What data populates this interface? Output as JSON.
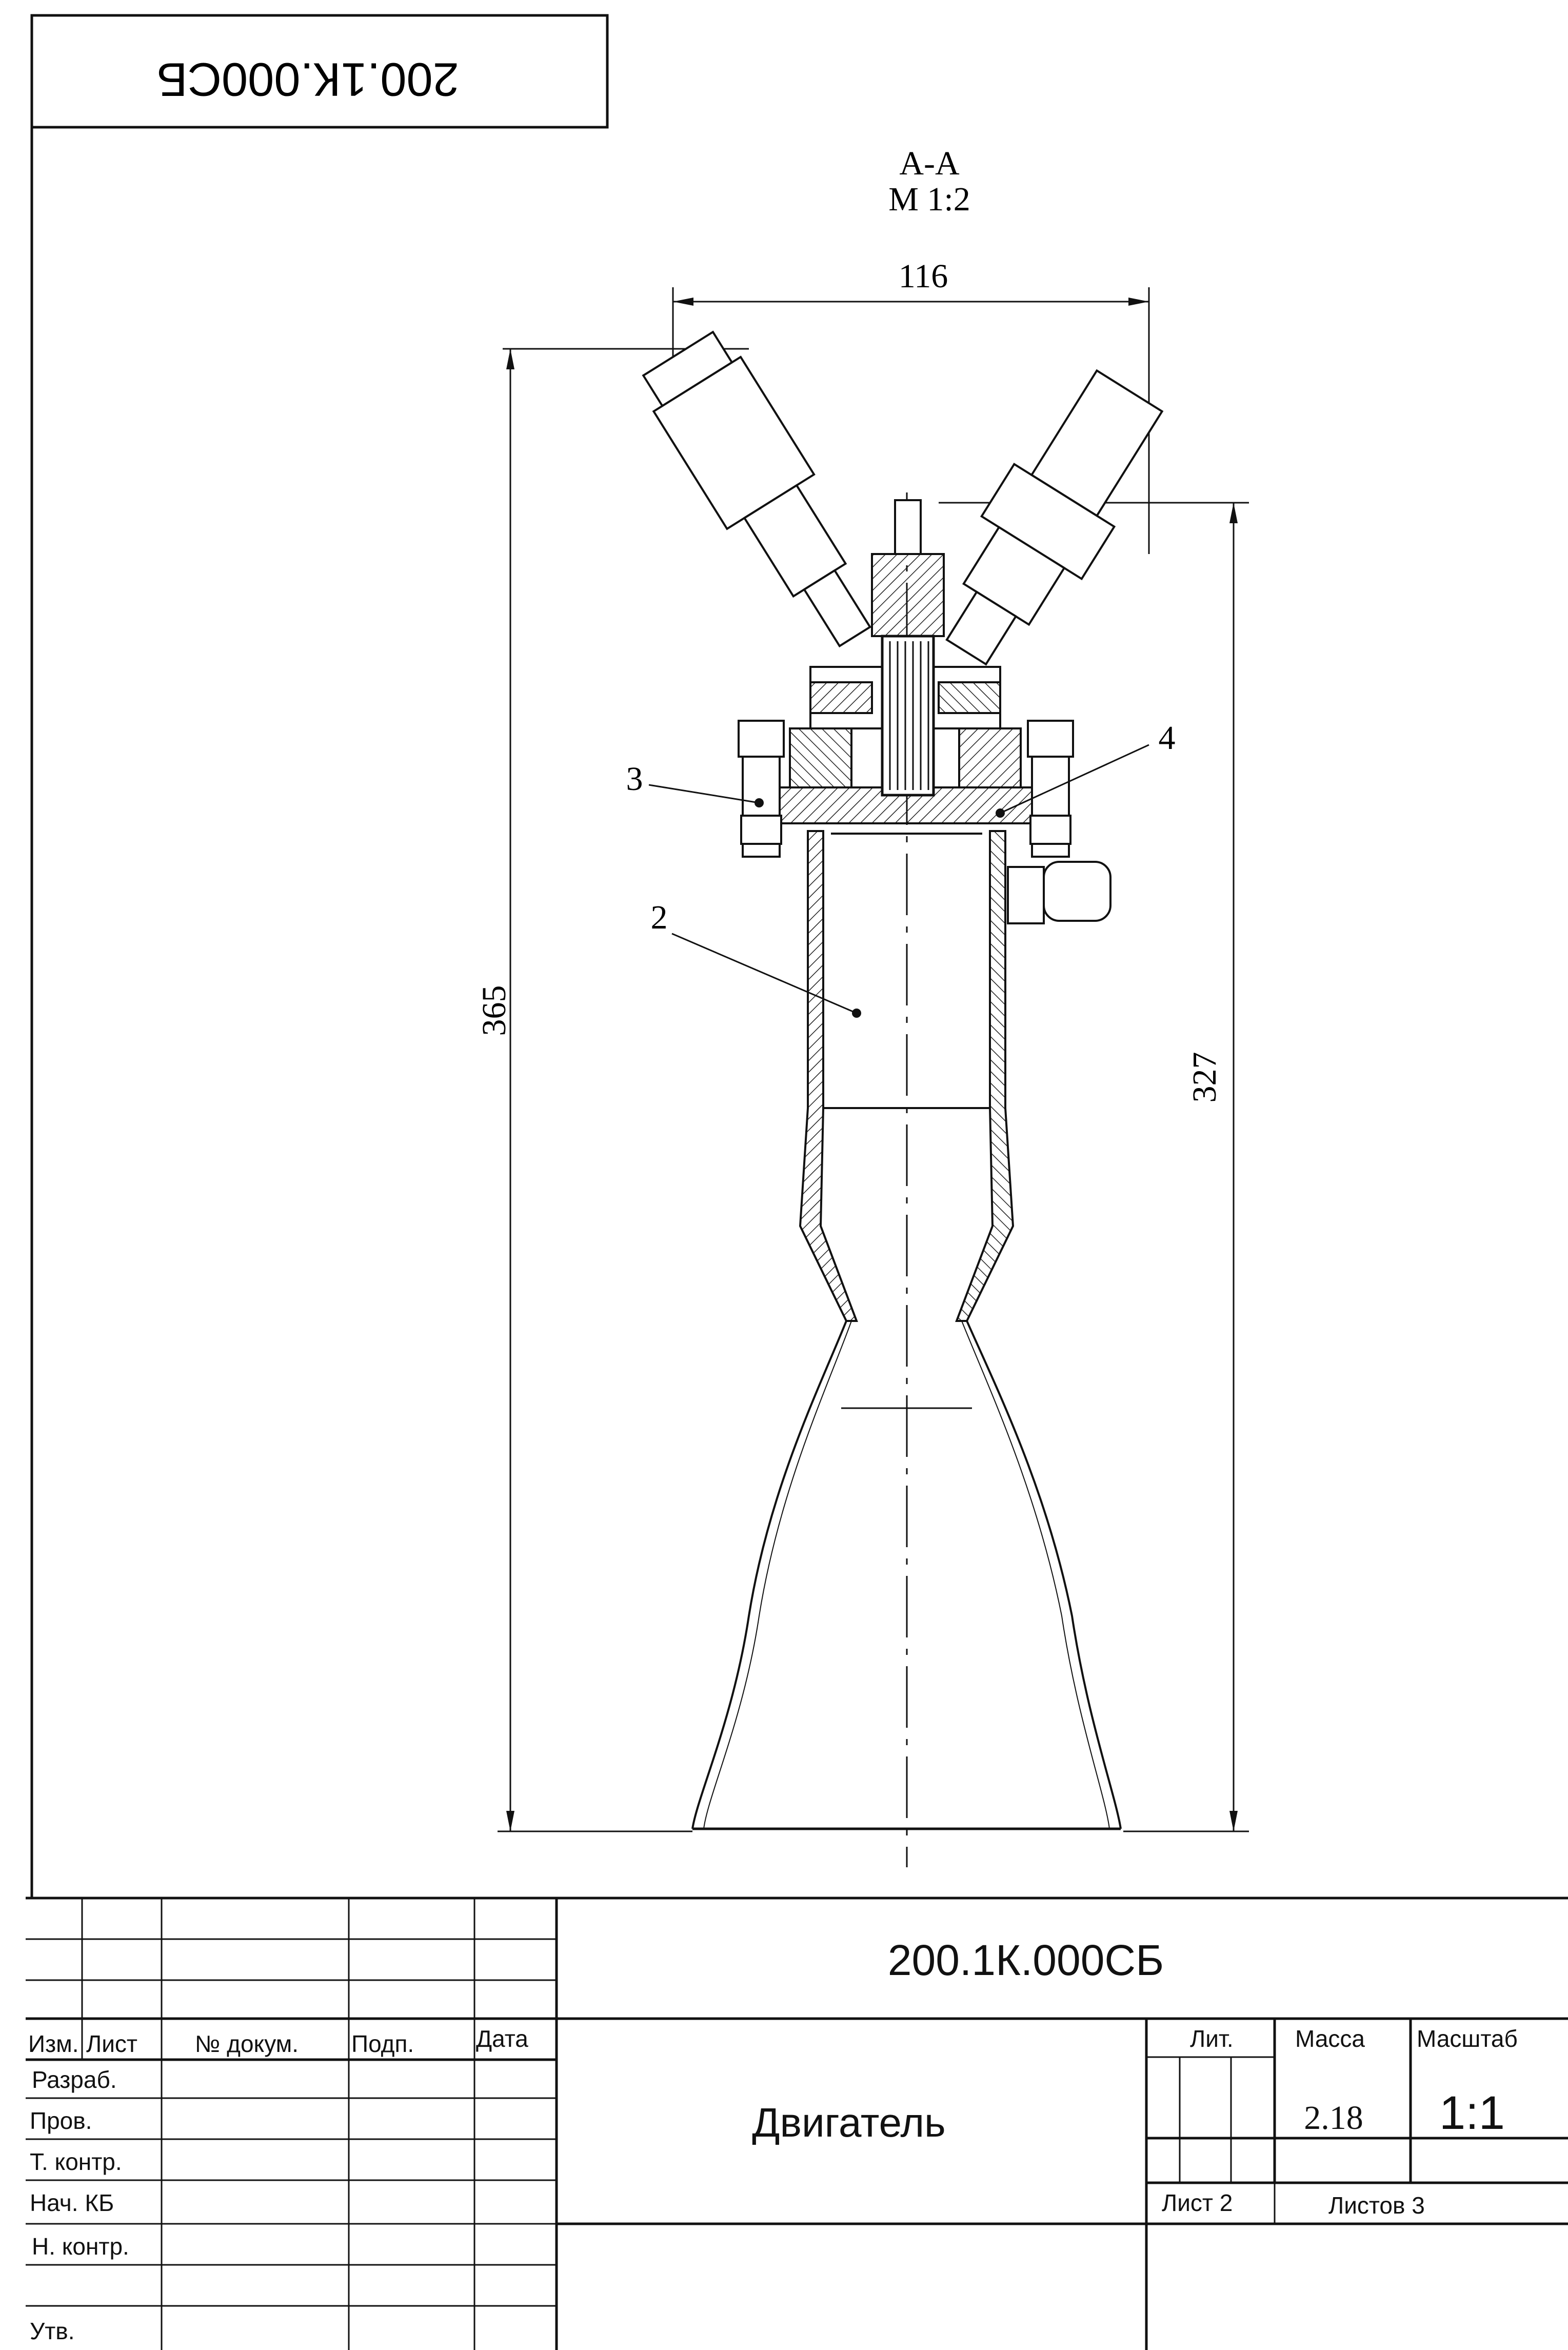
{
  "corner_stamp": {
    "designation": "200.1К.000СБ"
  },
  "section": {
    "title": "А-А",
    "scale": "М 1:2"
  },
  "dimensions": {
    "width_top": "116",
    "total_height": "365",
    "right_height": "327"
  },
  "callouts": [
    "2",
    "3",
    "4"
  ],
  "title_block": {
    "designation": "200.1К.000СБ",
    "product_name": "Двигатель",
    "column_headers": [
      "Изм.",
      "Лист",
      "№ докум.",
      "Подп.",
      "Дата"
    ],
    "roles": [
      "Разраб.",
      "Пров.",
      "Т. контр.",
      "Нач. КБ",
      "Н. контр.",
      "Утв."
    ],
    "lit_label": "Лит.",
    "mass_label": "Масса",
    "scale_label": "Масштаб",
    "mass_value": "2.18",
    "scale_value": "1:1",
    "sheet_label": "Лист 2",
    "sheets_label": "Листов 3"
  }
}
